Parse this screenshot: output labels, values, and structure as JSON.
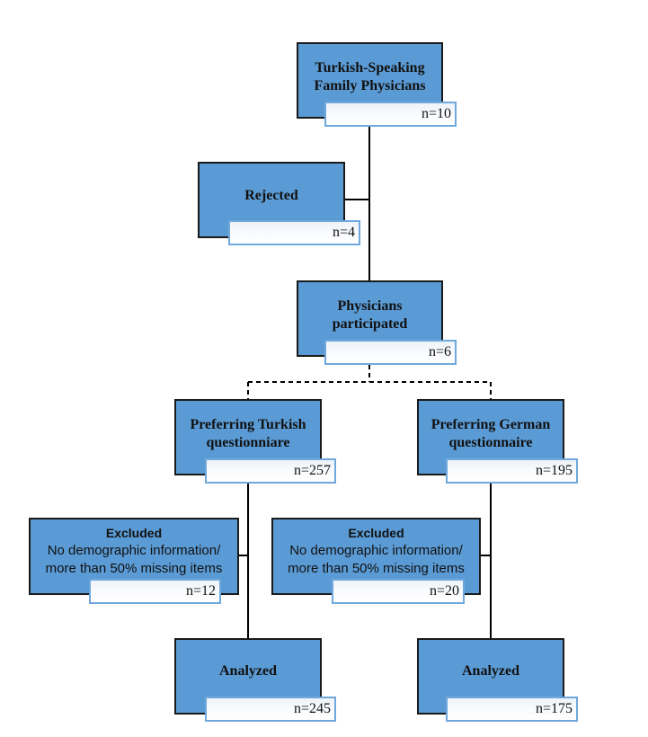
{
  "nodes": {
    "root": {
      "title_line1": "Turkish-Speaking",
      "title_line2": "Family Physicians",
      "count": "n=10"
    },
    "rejected": {
      "title": "Rejected",
      "count": "n=4"
    },
    "participated": {
      "title_line1": "Physicians",
      "title_line2": "participated",
      "count": "n=6"
    },
    "turkish_pref": {
      "title_line1": "Preferring Turkish",
      "title_line2": "questionniare",
      "count": "n=257"
    },
    "german_pref": {
      "title_line1": "Preferring German",
      "title_line2": "questionnaire",
      "count": "n=195"
    },
    "excluded_left": {
      "title": "Excluded",
      "desc_line1": "No demographic information/",
      "desc_line2": "more than 50% missing items",
      "count": "n=12"
    },
    "excluded_right": {
      "title": "Excluded",
      "desc_line1": "No demographic information/",
      "desc_line2": "more than 50% missing items",
      "count": "n=20"
    },
    "analyzed_left": {
      "title": "Analyzed",
      "count": "n=245"
    },
    "analyzed_right": {
      "title": "Analyzed",
      "count": "n=175"
    }
  },
  "colors": {
    "box_fill": "#5b9bd5",
    "box_border": "#1a1a1a",
    "tag_border": "#6fa8dc",
    "connector": "#000000"
  }
}
